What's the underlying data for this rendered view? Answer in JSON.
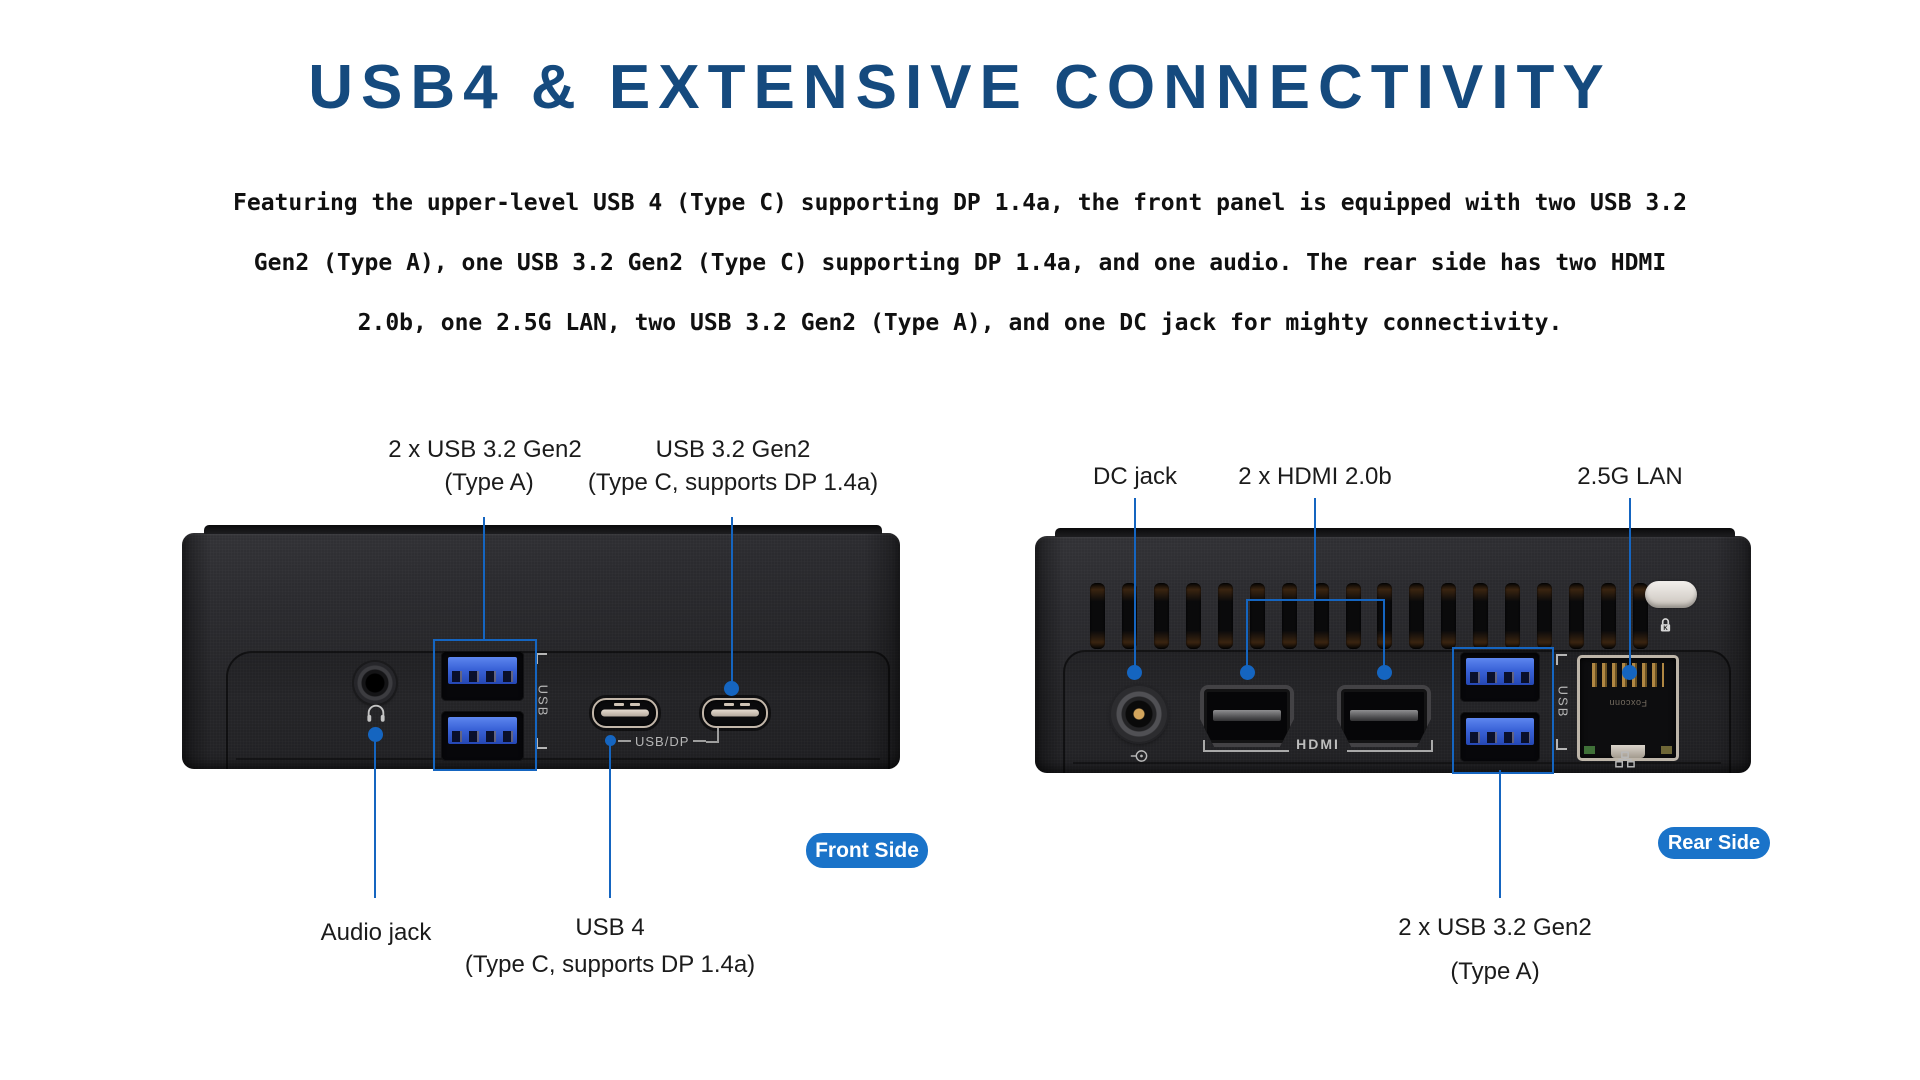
{
  "header": {
    "title": "USB4 & EXTENSIVE CONNECTIVITY",
    "description": [
      "Featuring the upper-level USB 4 (Type C) supporting DP 1.4a, the front panel is equipped with two USB 3.2",
      "Gen2 (Type A), one USB 3.2 Gen2 (Type C) supporting DP 1.4a, and one audio. The rear side has two HDMI",
      "2.0b, one 2.5G LAN, two USB 3.2 Gen2 (Type A), and one DC jack for mighty connectivity."
    ]
  },
  "front": {
    "badge": "Front Side",
    "label_usb_a_line1": "2 x USB 3.2 Gen2",
    "label_usb_a_line2": "(Type A)",
    "label_usb_c_line1": "USB 3.2 Gen2",
    "label_usb_c_line2": "(Type C, supports DP 1.4a)",
    "label_audio": "Audio jack",
    "label_usb4_line1": "USB 4",
    "label_usb4_line2": "(Type C, supports DP 1.4a)",
    "engraving_usb": "USB",
    "engraving_usb_dp": "USB/DP"
  },
  "rear": {
    "badge": "Rear Side",
    "label_dc": "DC jack",
    "label_hdmi": "2 x HDMI 2.0b",
    "label_lan": "2.5G LAN",
    "label_usb_a_line1": "2 x USB 3.2 Gen2",
    "label_usb_a_line2": "(Type A)",
    "engraving_usb": "USB",
    "engraving_hdmi": "HDMI",
    "lan_print": "Foxconn"
  },
  "colors": {
    "title": "#154a7e",
    "callout": "#1565c0",
    "badge": "#1a73c9"
  }
}
